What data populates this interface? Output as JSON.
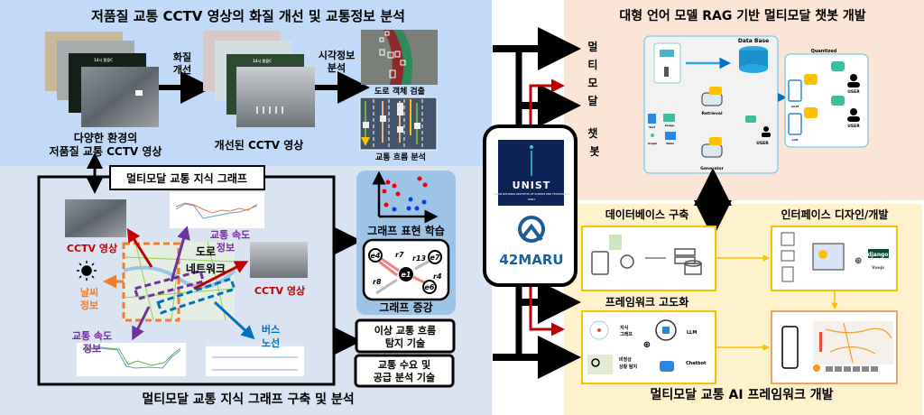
{
  "top_left": {
    "title": "저품질 교통 CCTV 영상의 화질 개선 및 교통정보 분석",
    "step1_label": [
      "화질",
      "개선"
    ],
    "step2_label": [
      "시각정보",
      "분석"
    ],
    "source_caption": [
      "다양한 환경의",
      "저품질 교통 CCTV 영상"
    ],
    "improved_caption": "개선된 CCTV 영상",
    "detection_caption": "도로 객체 검출",
    "flow_caption": "교통 흐름 분석",
    "cctv_overlay": "14시 맑음C"
  },
  "bottom_left": {
    "kg_label": "멀티모달 교통 지식 그래프",
    "cctv_label": "CCTV 영상",
    "speed_label": [
      "교통 속도",
      "정보"
    ],
    "road_label": [
      "도로",
      "네트워크"
    ],
    "weather_label": [
      "날씨",
      "정보"
    ],
    "bus_label": [
      "버스",
      "노선"
    ],
    "graph_learning": "그래프 표현 학습",
    "graph_augment": "그래프 증강",
    "node_labels": [
      "e4",
      "e7",
      "e1",
      "e6"
    ],
    "edge_labels": [
      "r7",
      "r13",
      "r8",
      "r4"
    ],
    "anomaly_box": [
      "이상 교통 흐름",
      "탐지 기술"
    ],
    "demand_box": [
      "교통 수요 및",
      "공급 분석 기술"
    ],
    "title": "멀티모달 교통 지식 그래프 구축 및 분석"
  },
  "center": {
    "unist": "UNIST",
    "unist_sub": "ULSAN NATIONAL INSTITUTE OF SCIENCE AND TECHNOLOGY",
    "unist_year": "2007",
    "maru": "42MARU"
  },
  "top_right": {
    "title": "대형 언어 모델 RAG 기반 멀티모달 챗봇 개발",
    "vertical_label": [
      "멀",
      "티",
      "모",
      "달",
      "챗",
      "봇"
    ],
    "database": "Data Base",
    "retrieval": "Retrieval",
    "generator": "Generator",
    "user": "USER",
    "quantized": "Quantized",
    "sllm": "sLLM",
    "llm": "LLM",
    "doc_types": [
      "Text",
      "Image",
      "Graph",
      "Table"
    ]
  },
  "bottom_right": {
    "db_title": "데이터베이스 구축",
    "ui_title": "인터페이스 디자인/개발",
    "fw_title": "프레임워크 고도화",
    "kg": [
      "지식",
      "그래프"
    ],
    "llm": "LLM",
    "anomaly": [
      "비정상",
      "상황 탐지"
    ],
    "chatbot": "Chatbot",
    "django": "django",
    "vue": "Vuejs",
    "title": "멀티모달 교통 AI 프레임워크 개발"
  },
  "colors": {
    "top_left_bg": "#c2d9f7",
    "bottom_left_bg": "#dae3f1",
    "top_right_bg": "#fbe5d6",
    "bottom_right_bg": "#fff2cc",
    "red": "#c00000",
    "purple": "#7030a0",
    "orange": "#ed7d31",
    "blue": "#0070c0"
  }
}
